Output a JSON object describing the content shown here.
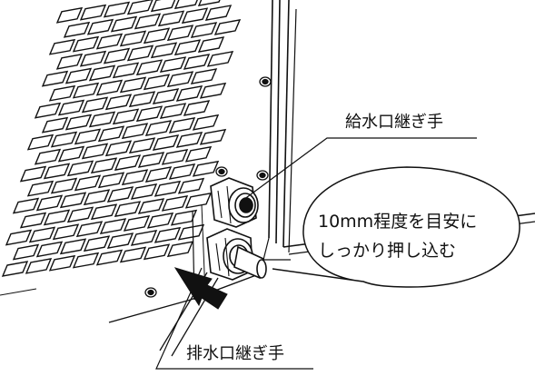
{
  "labels": {
    "supply_fitting": "給水口継ぎ手",
    "drain_fitting": "排水口継ぎ手"
  },
  "callout": {
    "line1": "10mm程度を目安に",
    "line2": "しっかり押し込む"
  },
  "colors": {
    "line": "#111111",
    "background": "#ffffff",
    "arrow": "#111111"
  }
}
